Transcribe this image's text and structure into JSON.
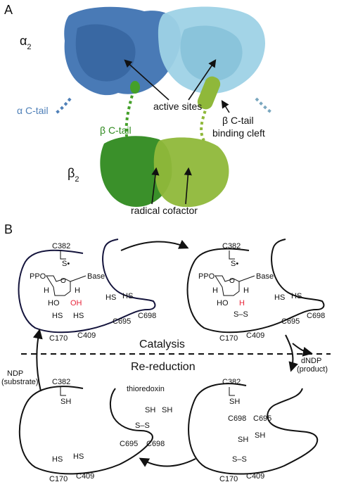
{
  "panel_a": {
    "letter": "A",
    "alpha_label": "α",
    "alpha_sub": "2",
    "beta_label": "β",
    "beta_sub": "2",
    "active_sites": "active sites",
    "alpha_ctail": "α C-tail",
    "beta_ctail": "β C-tail",
    "beta_ctail_binding_1": "β C-tail",
    "beta_ctail_binding_2": "binding cleft",
    "radical_cofactor": "radical cofactor",
    "colors": {
      "alpha_dark": "#3a6fb0",
      "alpha_light": "#9ed2e6",
      "beta_dark": "#2f8a1f",
      "beta_light": "#8fb83a",
      "alpha_tail": "#4f80b8",
      "beta_tail": "#44a02a"
    }
  },
  "panel_b": {
    "letter": "B",
    "catalysis": "Catalysis",
    "rereduction": "Re-reduction",
    "ndp_1": "NDP",
    "ndp_2": "(substrate)",
    "dndp_1": "dNDP",
    "dndp_2": "(product)",
    "thioredoxin": "thioredoxin",
    "states": {
      "s1": {
        "cys_top": "C382",
        "s_radical": "S•",
        "ppo": "PPO",
        "base": "Base",
        "h_left": "H",
        "h_right": "H",
        "ho": "HO",
        "oh": "OH",
        "o": "O",
        "hs1": "HS",
        "hs2": "HS",
        "c695": "C695",
        "c698": "C698",
        "hs3": "HS",
        "hs4": "HS",
        "c170": "C170",
        "c409": "C409"
      },
      "s2": {
        "cys_top": "C382",
        "s_radical": "S•",
        "ppo": "PPO",
        "base": "Base",
        "h_left": "H",
        "h_right": "H",
        "ho": "HO",
        "h_red": "H",
        "o": "O",
        "hs1": "HS",
        "hs2": "HS",
        "c695": "C695",
        "c698": "C698",
        "ss": "S–S",
        "c170": "C170",
        "c409": "C409"
      },
      "s3": {
        "cys_top": "C382",
        "sh": "SH",
        "c698": "C698",
        "c695": "C695",
        "sh1": "SH",
        "sh2": "SH",
        "ss": "S–S",
        "c170": "C170",
        "c409": "C409"
      },
      "s4": {
        "cys_top": "C382",
        "sh": "SH",
        "trx_sh1": "SH",
        "trx_sh2": "SH",
        "ss": "S–S",
        "c695": "C695",
        "c698": "C698",
        "hs1": "HS",
        "hs2": "HS",
        "c170": "C170",
        "c409": "C409"
      }
    },
    "red_color": "#e8253a",
    "outline_color": "#14143c"
  }
}
